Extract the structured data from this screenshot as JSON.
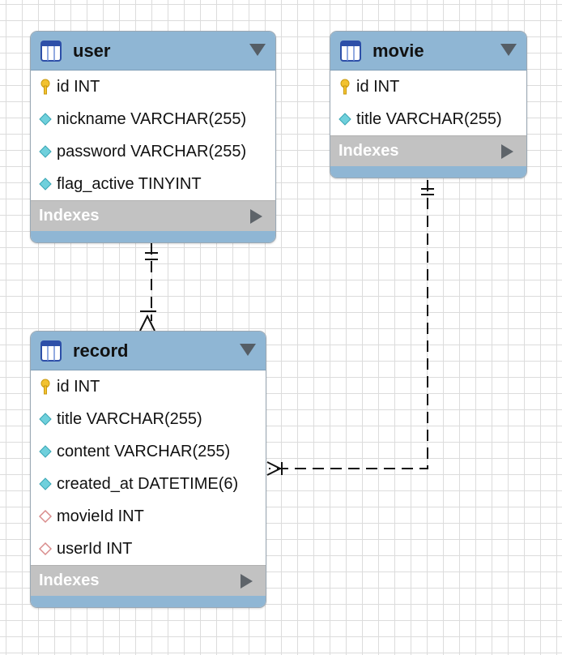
{
  "entities": {
    "user": {
      "name": "user",
      "columns": [
        {
          "label": "id INT",
          "kind": "primary-key"
        },
        {
          "label": "nickname VARCHAR(255)",
          "kind": "column"
        },
        {
          "label": "password VARCHAR(255)",
          "kind": "column"
        },
        {
          "label": "flag_active TINYINT",
          "kind": "column"
        }
      ],
      "indexes_label": "Indexes"
    },
    "movie": {
      "name": "movie",
      "columns": [
        {
          "label": "id INT",
          "kind": "primary-key"
        },
        {
          "label": "title VARCHAR(255)",
          "kind": "column"
        }
      ],
      "indexes_label": "Indexes"
    },
    "record": {
      "name": "record",
      "columns": [
        {
          "label": "id INT",
          "kind": "primary-key"
        },
        {
          "label": "title VARCHAR(255)",
          "kind": "column"
        },
        {
          "label": "content VARCHAR(255)",
          "kind": "column"
        },
        {
          "label": "created_at DATETIME(6)",
          "kind": "column"
        },
        {
          "label": "movieId INT",
          "kind": "foreign-key"
        },
        {
          "label": "userId INT",
          "kind": "foreign-key"
        }
      ],
      "indexes_label": "Indexes"
    }
  },
  "relationships": [
    {
      "from": "user",
      "to": "record",
      "from_cardinality": "one-and-only-one",
      "to_cardinality": "one-or-many",
      "line_style": "dashed"
    },
    {
      "from": "movie",
      "to": "record",
      "from_cardinality": "one-and-only-one",
      "to_cardinality": "one-or-many",
      "line_style": "dashed"
    }
  ],
  "colors": {
    "header": "#8fb6d4",
    "indexes_bar": "#c2c2c2",
    "grid": "#dcdcdc",
    "primary_key_icon": "#f2c230",
    "column_icon": "#6fd0dc",
    "foreign_key_icon": "#d98b8b"
  }
}
